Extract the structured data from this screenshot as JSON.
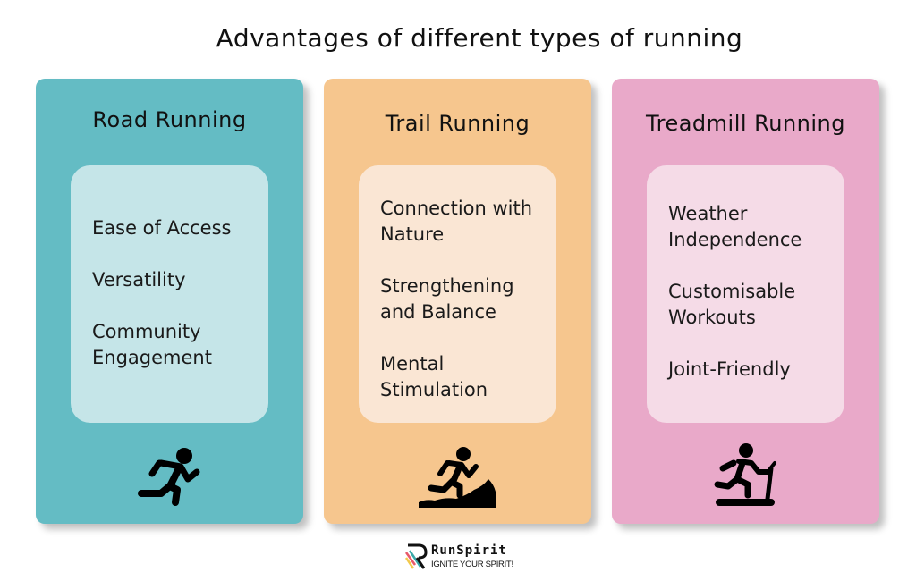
{
  "title": "Advantages of different types of running",
  "cards": [
    {
      "heading": "Road Running",
      "bg": "#64bcc4",
      "inner_bg": "#c5e5e8",
      "icon": "running-person-icon",
      "items": [
        "Ease of Access",
        "Versatility",
        "Community Engagement"
      ]
    },
    {
      "heading": "Trail Running",
      "bg": "#f6c68e",
      "inner_bg": "#fae6d4",
      "icon": "trail-runner-icon",
      "items": [
        "Connection with Nature",
        "Strengthening and Balance",
        "Mental Stimulation"
      ]
    },
    {
      "heading": "Treadmill Running",
      "bg": "#e9a9c9",
      "inner_bg": "#f5dbe7",
      "icon": "treadmill-runner-icon",
      "items": [
        "Weather Independence",
        "Customisable Workouts",
        "Joint-Friendly"
      ]
    }
  ],
  "brand": {
    "name": "RunSpirit",
    "tagline": "IGNITE YOUR SPIRIT!"
  }
}
